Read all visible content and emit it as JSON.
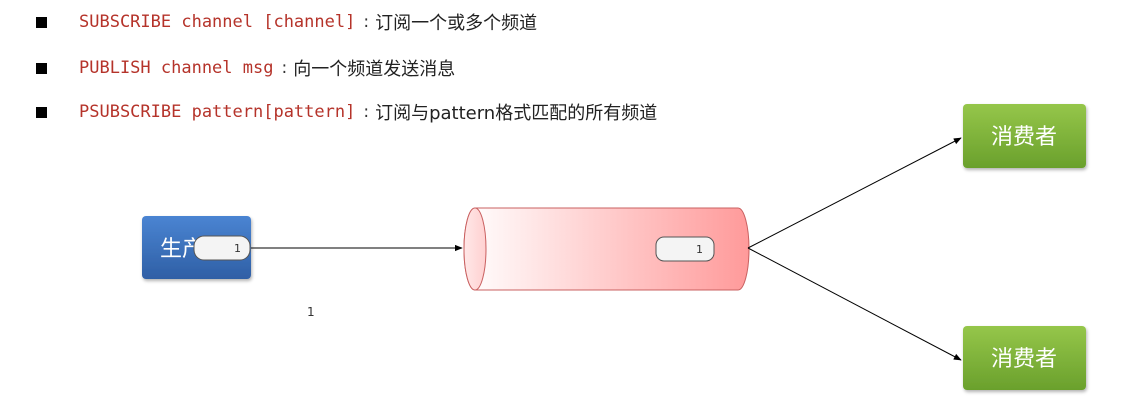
{
  "commands": [
    {
      "cmd": "SUBSCRIBE channel [channel]",
      "sep": ":",
      "desc": "订阅一个或多个频道"
    },
    {
      "cmd": "PUBLISH channel msg",
      "sep": ":",
      "desc": "向一个频道发送消息"
    },
    {
      "cmd": "PSUBSCRIBE pattern[pattern]",
      "sep": ":",
      "desc": "订阅与pattern格式匹配的所有频道"
    }
  ],
  "diagram": {
    "producer": {
      "label": "生产者",
      "message": "1"
    },
    "channel": {
      "message": "1"
    },
    "consumers": [
      {
        "label": "消费者"
      },
      {
        "label": "消费者"
      }
    ],
    "stray_label": "1"
  },
  "colors": {
    "command_text": "#b5332a",
    "producer_fill": "#3b73c0",
    "consumer_fill": "#7fb43a",
    "channel_fill": "#ffb3b3"
  }
}
